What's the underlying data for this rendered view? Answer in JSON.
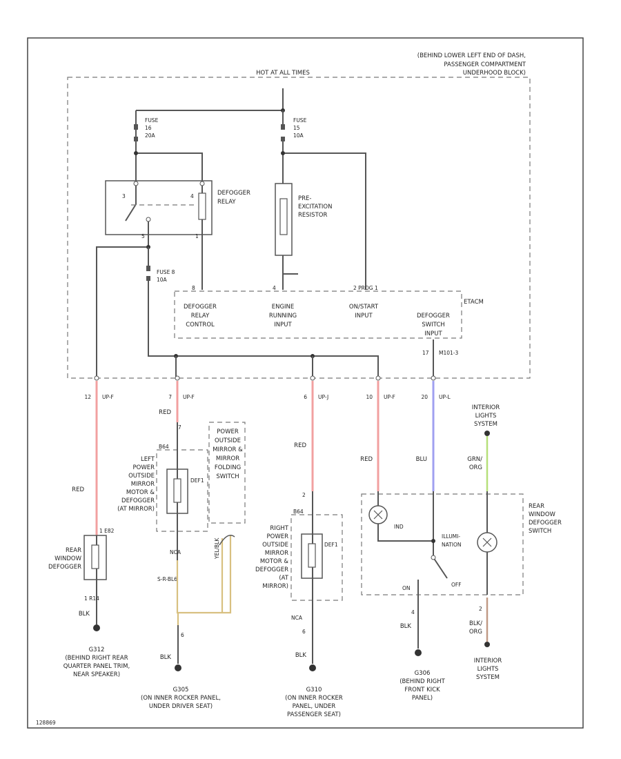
{
  "header": {
    "location_line1": "(BEHIND LOWER LEFT END OF DASH,",
    "location_line2": "PASSENGER COMPARTMENT",
    "location_line3": "UNDERHOOD BLOCK)",
    "fuse_box": "HOT AT ALL TIMES"
  },
  "fuses": {
    "left": [
      "FUSE",
      "16",
      "20A"
    ],
    "right": [
      "FUSE",
      "15",
      "10A"
    ],
    "mid": [
      "FUSE 8",
      "10A"
    ]
  },
  "relay": {
    "name": [
      "DEFOGGER",
      "RELAY"
    ],
    "pin_top_left": "3",
    "pin_top_right": "4",
    "pin_bottom_left": "5",
    "pin_bottom_right": "1"
  },
  "resistor": {
    "name": [
      "PRE-",
      "EXCITATION",
      "RESISTOR"
    ]
  },
  "pcm": {
    "name": "ETACM",
    "pin_a": "8",
    "pin_b": "4",
    "pin_c": "2",
    "conn_c": "2 PROG 1",
    "inputs": [
      [
        "DEFOGGER",
        "RELAY",
        "CONTROL"
      ],
      [
        "ENGINE",
        "RUNNING",
        "INPUT"
      ],
      [
        "ON/START",
        "INPUT"
      ],
      [
        "DEFOGGER",
        "SWITCH",
        "INPUT"
      ]
    ],
    "sw_pin": "17",
    "sw_conn": "M101-3"
  },
  "wires": [
    {
      "pin": "12",
      "conn": "UP-F",
      "color_name": "RED",
      "hex": "#f2a0a0"
    },
    {
      "pin": "7",
      "conn": "UP-F",
      "color_name": "RED",
      "hex": "#f2a0a0"
    },
    {
      "pin": "6",
      "conn": "UP-J",
      "color_name": "RED",
      "hex": "#f2a0a0"
    },
    {
      "pin": "10",
      "conn": "UP-F",
      "color_name": "RED",
      "hex": "#f2a0a0"
    },
    {
      "pin": "20",
      "conn": "UP-L",
      "color_name": "BLU",
      "hex": "#a0a0f0"
    }
  ],
  "rear_defogger": {
    "name": [
      "REAR",
      "WINDOW",
      "DEFOGGER"
    ],
    "conn_top": "1  E82",
    "conn_bottom": "1  R14",
    "wire_bottom": "BLK"
  },
  "left_mirror": {
    "name": [
      "LEFT",
      "POWER",
      "OUTSIDE",
      "MIRROR",
      "MOTOR &",
      "DEFOGGER",
      "(AT MIRROR)"
    ],
    "conn": "B64",
    "pin_top": "7",
    "element": "DEF1",
    "fold": [
      "POWER",
      "OUTSIDE",
      "MIRROR &",
      "MIRROR",
      "FOLDING",
      "SWITCH"
    ],
    "wire_top": "RED",
    "pin_bottom": "6",
    "nca": "NCA",
    "splice": "S-R-BL6",
    "wire_bottom": "BLK",
    "wire_harness": "YEL/BLK"
  },
  "right_mirror": {
    "name": [
      "RIGHT",
      "POWER",
      "OUTSIDE",
      "MIRROR",
      "MOTOR &",
      "DEFOGGER",
      "(AT",
      "MIRROR)"
    ],
    "conn": "B64",
    "pin_top": "2",
    "element": "DEF1",
    "nca": "NCA",
    "pin_bottom": "6",
    "wire_bottom": "BLK"
  },
  "switch": {
    "name": [
      "REAR",
      "WINDOW",
      "DEFOGGER",
      "SWITCH"
    ],
    "ind": "IND",
    "illum": [
      "ILLUMI-",
      "NATION"
    ],
    "on": "ON",
    "off": "OFF",
    "pin_on": "4",
    "pin_gnd": "2",
    "wire_on": "BLK",
    "wire_blu": "BLU",
    "wire_grn": "GRN/",
    "wire_grn2": "ORG",
    "wire_blk2": "BLK/",
    "wire_blk2b": "ORG",
    "ils_top": [
      "INTERIOR",
      "LIGHTS",
      "SYSTEM"
    ],
    "ils_bottom": [
      "INTERIOR",
      "LIGHTS",
      "SYSTEM"
    ],
    "wire_green_hex": "#b6e07a",
    "wire_brown_hex": "#c09a86"
  },
  "grounds": {
    "g312": [
      "G312",
      "(BEHIND RIGHT REAR",
      "QUARTER PANEL TRIM,",
      "NEAR SPEAKER)"
    ],
    "g305": [
      "G305",
      "(ON INNER ROCKER PANEL,",
      "UNDER DRIVER SEAT)"
    ],
    "g310": [
      "G310",
      "(ON INNER ROCKER",
      "PANEL, UNDER",
      "PASSENGER SEAT)"
    ],
    "g306": [
      "G306",
      "(BEHIND RIGHT",
      "FRONT KICK",
      "PANEL)"
    ]
  },
  "footer": {
    "id": "128869"
  },
  "colors": {
    "yellow_hex": "#d8c080",
    "line_hex": "#555555"
  }
}
